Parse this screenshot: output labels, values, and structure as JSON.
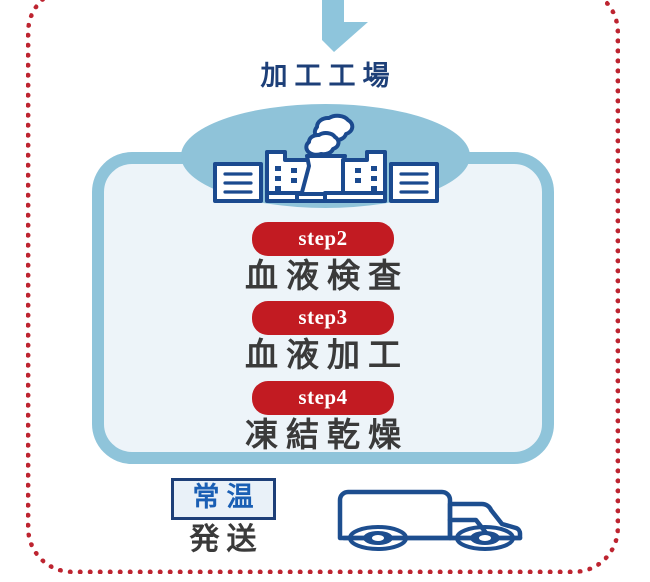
{
  "frame": {
    "border_color": "#bd2430",
    "border_style": "dotted"
  },
  "arrow": {
    "name": "down-arrow",
    "color": "#8ec5dc"
  },
  "section": {
    "title": "加工工場",
    "title_color": "#1d3f78"
  },
  "factory": {
    "icon_name": "factory-icon",
    "ellipse_color": "#8fc3d9",
    "outline_color": "#1b4a8f"
  },
  "panel": {
    "fill": "#edf4f9",
    "border": "#8fc4da"
  },
  "steps": [
    {
      "badge": "step2",
      "label": "血液検査"
    },
    {
      "badge": "step3",
      "label": "血液加工"
    },
    {
      "badge": "step4",
      "label": "凍結乾燥"
    }
  ],
  "step_style": {
    "badge_bg": "#c21b22",
    "badge_text": "#ffffff",
    "label_color": "#3a3a3a"
  },
  "shipping": {
    "temperature": "常温",
    "temperature_color": "#1a5fb4",
    "action": "発送",
    "action_color": "#3a3a3a",
    "truck_icon": "delivery-truck-icon",
    "truck_color": "#1d4e8f"
  }
}
